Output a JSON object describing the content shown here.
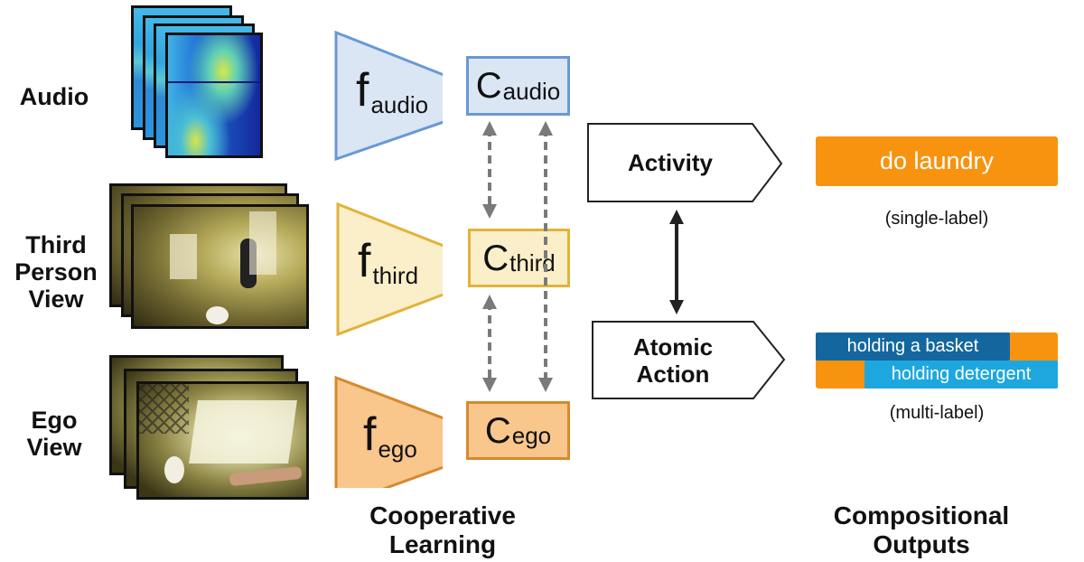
{
  "modalities": [
    {
      "id": "audio",
      "label": "Audio",
      "image": "spectrogram-stack"
    },
    {
      "id": "third",
      "label": "Third\nPerson\nView",
      "label_lines": [
        "Third",
        "Person",
        "View"
      ],
      "image": "third-person-video-frames"
    },
    {
      "id": "ego",
      "label": "Ego\nView",
      "label_lines": [
        "Ego",
        "View"
      ],
      "image": "egocentric-video-frames"
    }
  ],
  "encoders": [
    {
      "id": "audio",
      "f_main": "f",
      "f_sub": "audio",
      "c_main": "C",
      "c_sub": "audio",
      "fill": "#dbe6f5",
      "stroke": "#6a98d6"
    },
    {
      "id": "third",
      "f_main": "f",
      "f_sub": "third",
      "c_main": "C",
      "c_sub": "third",
      "fill": "#fbefc9",
      "stroke": "#e2b33a"
    },
    {
      "id": "ego",
      "f_main": "f",
      "f_sub": "ego",
      "c_main": "C",
      "c_sub": "ego",
      "fill": "#f9c68c",
      "stroke": "#d48a2e"
    }
  ],
  "cooperative_caption": {
    "line1": "Cooperative",
    "line2": "Learning"
  },
  "tasks": {
    "activity": "Activity",
    "atomic_line1": "Atomic",
    "atomic_line2": "Action"
  },
  "outputs": {
    "activity_label": "do laundry",
    "activity_note": "(single-label)",
    "atomic_labels": [
      "holding a basket",
      "holding detergent"
    ],
    "atomic_note": "(multi-label)",
    "caption_line1": "Compositional",
    "caption_line2": "Outputs"
  },
  "colors": {
    "orange": "#f7930f",
    "dark_blue": "#14679e",
    "light_blue": "#1ea7df",
    "arrow_gray": "#7a7a7a"
  }
}
